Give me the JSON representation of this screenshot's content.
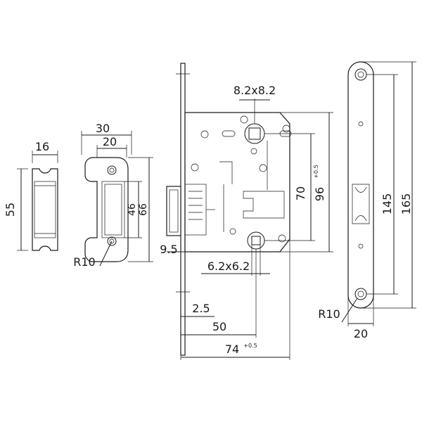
{
  "dimensions": {
    "keeper_width": "16",
    "keeper_height": "55",
    "strike_width": "30",
    "strike_inner_width": "20",
    "strike_slot_height": "46",
    "strike_height": "66",
    "strike_radius": "R10",
    "square_top": "8.2x8.2",
    "distance_70": "70",
    "distance_96": "96",
    "distance_96_tolerance": "+0.5",
    "faceplate_offset": "9.5",
    "square_bottom": "6.2x6.2",
    "faceplate_thickness": "2.5",
    "backset": "50",
    "case_depth": "74",
    "case_depth_tolerance": "+0.5",
    "plate_height": "165",
    "hole_spacing": "145",
    "plate_radius": "R10",
    "plate_width": "20"
  }
}
